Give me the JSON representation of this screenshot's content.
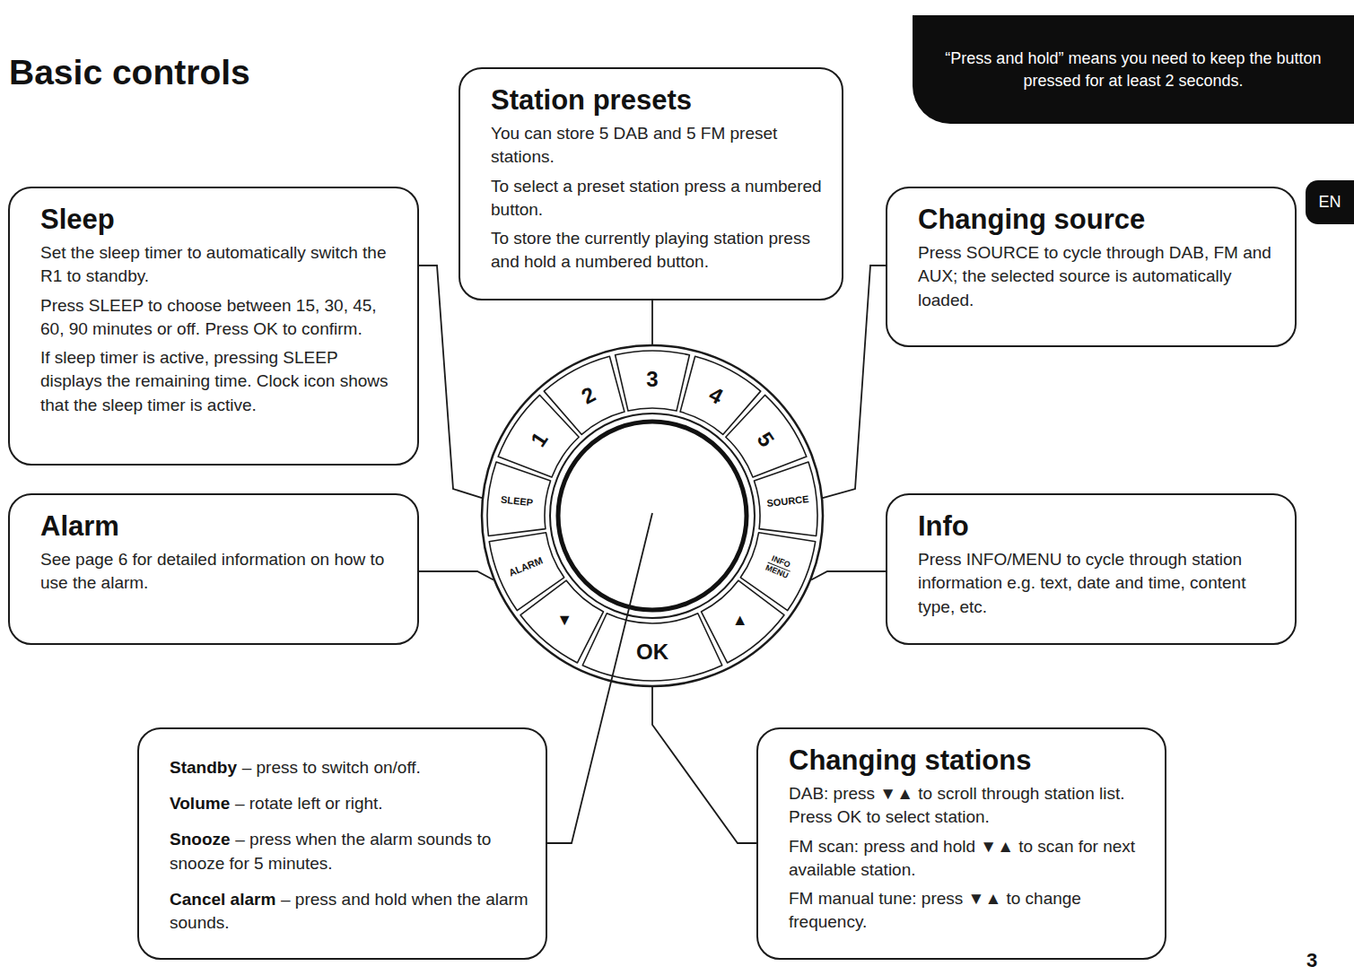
{
  "diagram": {
    "title": "Basic controls",
    "nodes": [
      {
        "text": [
          "“Press and hold” means you need to keep the button pressed for at least 2 seconds."
        ]
      },
      {
        "text": [
          "Station presets",
          "You can store 5 DAB and 5 FM preset stations.",
          "To select a preset station press a numbered button.",
          "To store the currently playing station press and hold a numbered button."
        ]
      },
      {
        "text": [
          "Sleep",
          "Set the sleep timer to automatically switch the R1 to standby.",
          "Press SLEEP to choose between 15, 30, 45, 60, 90 minutes or off. Press OK to confirm.",
          "If sleep timer is active, pressing SLEEP displays the remaining time. Clock icon shows that the sleep timer is active."
        ]
      },
      {
        "text": [
          "Changing source",
          "Press SOURCE to cycle through DAB, FM and AUX; the selected source is automatically loaded."
        ]
      },
      {
        "text": [
          "EN"
        ]
      },
      {
        "text": [
          "Alarm",
          "See page 6 for detailed information on how to use the alarm."
        ]
      },
      {
        "text": [
          "Info",
          "Press INFO/MENU to cycle through station information e.g. text, date and time, content type, etc."
        ]
      },
      {
        "text": [
          "1"
        ]
      },
      {
        "text": [
          "2"
        ]
      },
      {
        "text": [
          "3"
        ]
      },
      {
        "text": [
          "4"
        ]
      },
      {
        "text": [
          "5"
        ]
      },
      {
        "text": [
          "SOURCE"
        ]
      },
      {
        "text": [
          "INFO",
          "MENU"
        ]
      },
      {
        "text": [
          "▲"
        ]
      },
      {
        "text": [
          "OK"
        ]
      },
      {
        "text": [
          "▼"
        ]
      },
      {
        "text": [
          "ALARM"
        ]
      },
      {
        "text": [
          "SLEEP"
        ]
      },
      {
        "text": [
          "Standby",
          "– press to switch on/off.",
          "Volume",
          "– rotate left or right.",
          "Snooze",
          "– press when the alarm sounds to snooze for 5 minutes.",
          "Cancel alarm",
          "– press and hold when the alarm sounds."
        ]
      },
      {
        "text": [
          "Changing stations",
          "DAB: press ▼▲ to scroll through station list. Press OK to select station.",
          "FM scan: press and hold ▼▲ to scan for next available station.",
          "FM manual tune: press ▼▲ to change frequency."
        ]
      }
    ],
    "edges": [
      {
        "from": 1,
        "to": 9,
        "arrow": "none"
      },
      {
        "from": 2,
        "to": 18,
        "arrow": "none"
      },
      {
        "from": 3,
        "to": 12,
        "arrow": "none"
      },
      {
        "from": 5,
        "to": 17,
        "arrow": "none"
      },
      {
        "from": 6,
        "to": 13,
        "arrow": "none"
      },
      {
        "from": 20,
        "to": 15,
        "arrow": "none"
      }
    ],
    "labels": [
      "3"
    ]
  }
}
